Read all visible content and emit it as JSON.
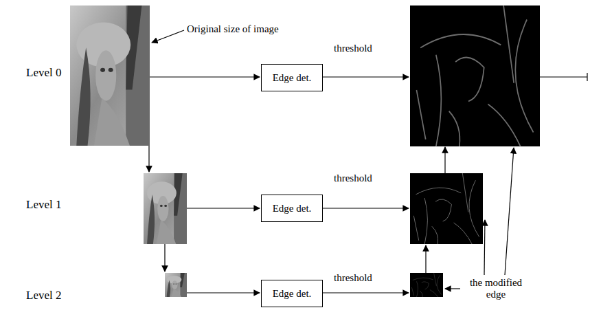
{
  "diagram": {
    "nodes": [
      {
        "text": [
          "Edge det."
        ]
      },
      {
        "text": [
          "Edge det."
        ]
      },
      {
        "text": [
          "Edge det."
        ]
      }
    ],
    "labels": [
      "Original size of image",
      "Level 0",
      "threshold",
      "Level 1",
      "threshold",
      "the modified edge",
      "Level 2",
      "threshold"
    ]
  }
}
